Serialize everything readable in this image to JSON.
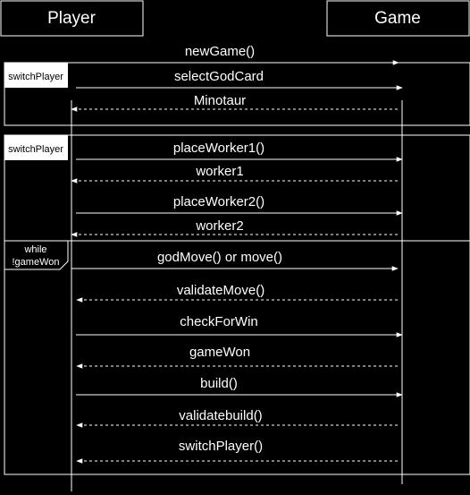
{
  "actors": {
    "player": "Player",
    "game": "Game"
  },
  "frames": [
    {
      "label": [
        "switchPlayer"
      ]
    },
    {
      "label": [
        "switchPlayer"
      ]
    },
    {
      "label": [
        "while",
        "!gameWon"
      ]
    }
  ],
  "messages": [
    {
      "label": "newGame()",
      "direction": "to-game",
      "style": "solid"
    },
    {
      "label": "selectGodCard",
      "direction": "to-game",
      "style": "solid"
    },
    {
      "label": "Minotaur",
      "direction": "to-player",
      "style": "dashed"
    },
    {
      "label": "placeWorker1()",
      "direction": "to-game",
      "style": "solid"
    },
    {
      "label": "worker1",
      "direction": "to-player",
      "style": "dashed"
    },
    {
      "label": "placeWorker2()",
      "direction": "to-game",
      "style": "solid"
    },
    {
      "label": "worker2",
      "direction": "to-player",
      "style": "dashed"
    },
    {
      "label": "godMove() or move()",
      "direction": "to-game",
      "style": "solid"
    },
    {
      "label": "validateMove()",
      "direction": "to-player",
      "style": "dashed"
    },
    {
      "label": "checkForWin",
      "direction": "to-game",
      "style": "solid"
    },
    {
      "label": "gameWon",
      "direction": "to-player",
      "style": "dashed"
    },
    {
      "label": "build()",
      "direction": "to-game",
      "style": "solid"
    },
    {
      "label": "validatebuild()",
      "direction": "to-player",
      "style": "dashed"
    },
    {
      "label": "switchPlayer()",
      "direction": "to-player",
      "style": "dashed"
    }
  ],
  "colors": {
    "background": "#000000",
    "foreground": "#ffffff"
  }
}
